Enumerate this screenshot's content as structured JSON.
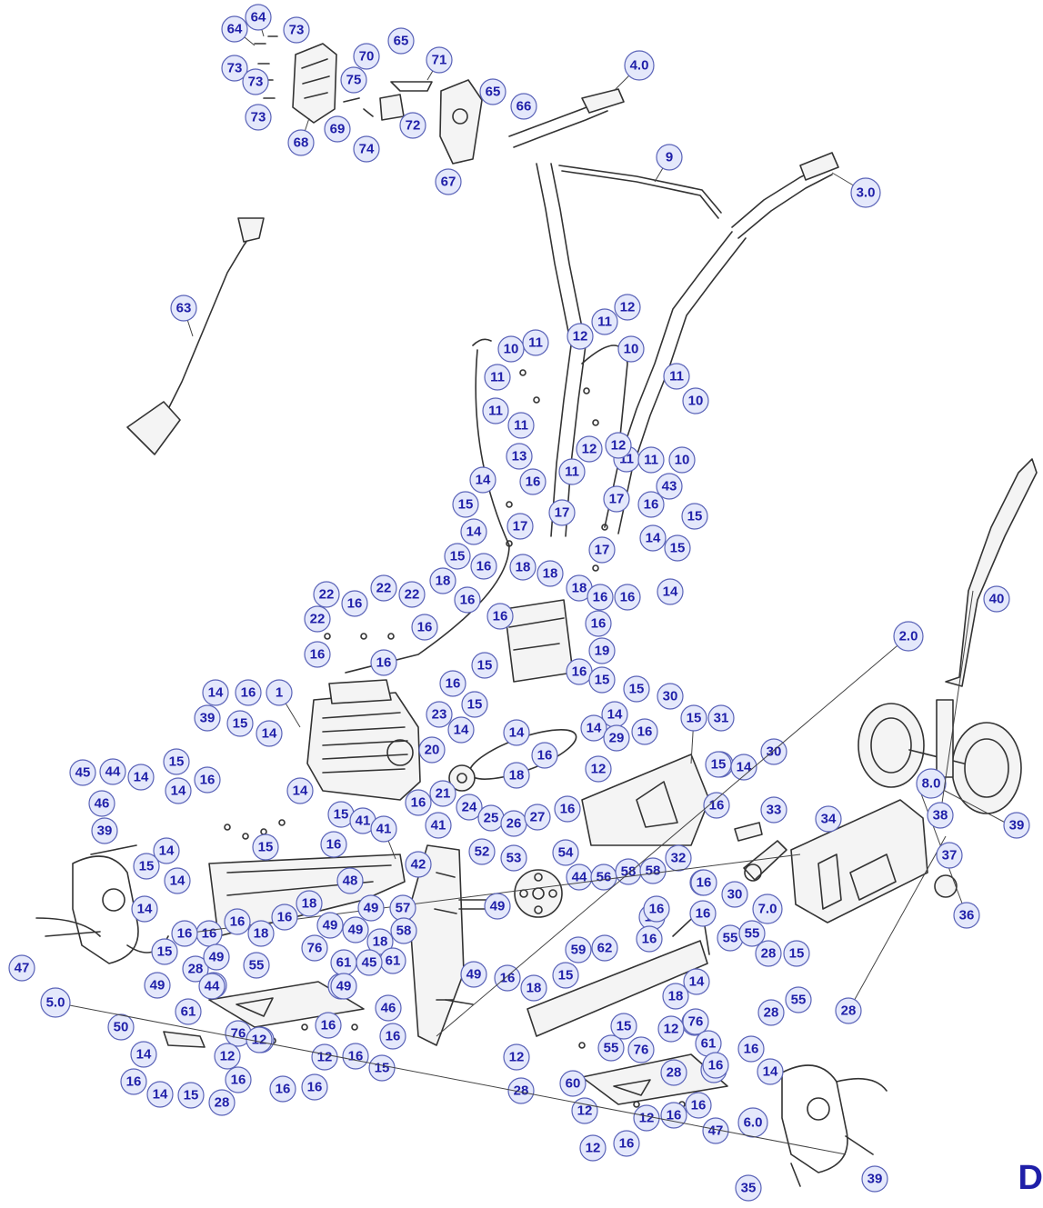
{
  "labels": [
    "64",
    "73",
    "64",
    "73",
    "73",
    "73",
    "70",
    "65",
    "71",
    "75",
    "69",
    "74",
    "72",
    "68",
    "65",
    "66",
    "4.0",
    "67",
    "9",
    "3.0",
    "63",
    "10",
    "11",
    "11",
    "12",
    "12",
    "11",
    "10",
    "11",
    "11",
    "11",
    "10",
    "11",
    "12",
    "11",
    "11",
    "10",
    "13",
    "12",
    "43",
    "14",
    "16",
    "15",
    "17",
    "16",
    "15",
    "14",
    "17",
    "17",
    "15",
    "14",
    "15",
    "16",
    "17",
    "18",
    "18",
    "18",
    "18",
    "16",
    "16",
    "14",
    "16",
    "16",
    "16",
    "19",
    "22",
    "16",
    "22",
    "22",
    "16",
    "22",
    "16",
    "16",
    "15",
    "16",
    "16",
    "15",
    "15",
    "14",
    "15",
    "14",
    "14",
    "14",
    "23",
    "1",
    "14",
    "16",
    "39",
    "15",
    "14",
    "30",
    "16",
    "15",
    "31",
    "29",
    "20",
    "15",
    "21",
    "16",
    "18",
    "12",
    "15",
    "14",
    "30",
    "16",
    "16",
    "24",
    "25",
    "26",
    "27",
    "33",
    "16",
    "32",
    "45",
    "44",
    "14",
    "14",
    "46",
    "16",
    "15",
    "14",
    "15",
    "16",
    "41",
    "41",
    "41",
    "39",
    "14",
    "16",
    "15",
    "15",
    "14",
    "15",
    "16",
    "18",
    "42",
    "52",
    "53",
    "54",
    "44",
    "56",
    "58",
    "58",
    "7.0",
    "30",
    "16",
    "34",
    "14",
    "16",
    "16",
    "16",
    "18",
    "48",
    "49",
    "49",
    "57",
    "49",
    "58",
    "18",
    "16",
    "59",
    "16",
    "16",
    "15",
    "28",
    "49",
    "49",
    "18",
    "61",
    "62",
    "55",
    "55",
    "28",
    "15",
    "14",
    "76",
    "55",
    "55",
    "45",
    "61",
    "55",
    "14",
    "28",
    "44",
    "46",
    "18",
    "28",
    "49",
    "49",
    "49",
    "16",
    "18",
    "51",
    "61",
    "50",
    "12",
    "76",
    "16",
    "16",
    "12",
    "12",
    "16",
    "16",
    "12",
    "16",
    "15",
    "14",
    "16",
    "14",
    "15",
    "28",
    "16",
    "12",
    "55",
    "28",
    "76",
    "61",
    "28",
    "14",
    "15",
    "60",
    "28",
    "76",
    "16",
    "16",
    "12",
    "12",
    "16",
    "16",
    "12",
    "16",
    "47",
    "6.0",
    "5.0",
    "47",
    "39",
    "35",
    "28",
    "36",
    "37",
    "8.0",
    "38",
    "39",
    "40",
    "2.0"
  ],
  "corner_letter": "D"
}
